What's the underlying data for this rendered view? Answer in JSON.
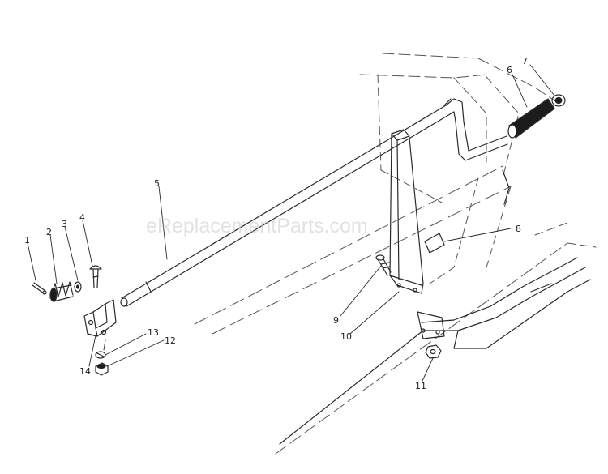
{
  "watermark": "eReplacementParts.com",
  "callouts": {
    "c1": "1",
    "c2": "2",
    "c3": "3",
    "c4": "4",
    "c5": "5",
    "c6": "6",
    "c7": "7",
    "c8": "8",
    "c9": "9",
    "c10": "10",
    "c11": "11",
    "c12": "12",
    "c13": "13",
    "c14": "14"
  }
}
